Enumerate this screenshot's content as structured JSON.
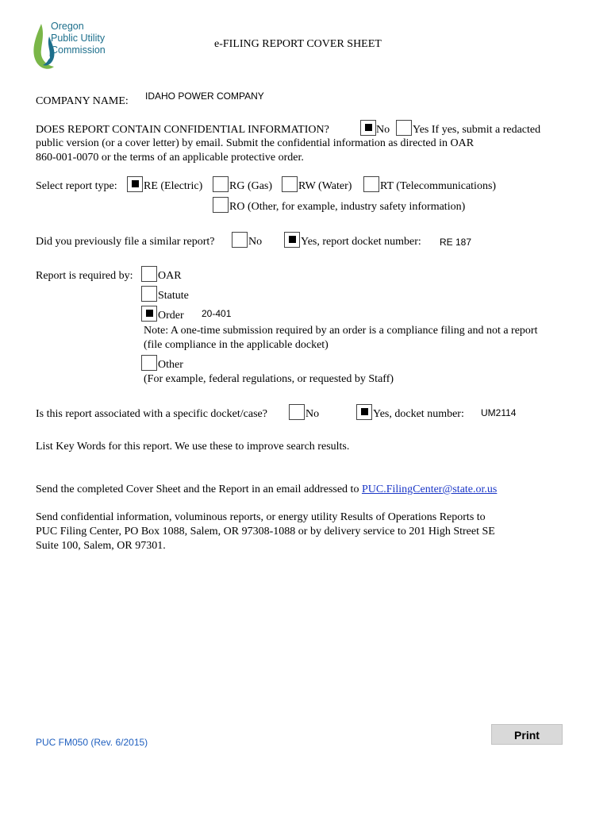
{
  "logo": {
    "line1": "Oregon",
    "line2": "Public Utility",
    "line3": "Commission"
  },
  "title": "e-FILING REPORT COVER SHEET",
  "company": {
    "label": "COMPANY NAME:",
    "value": "IDAHO POWER COMPANY"
  },
  "confidential": {
    "question": "DOES REPORT CONTAIN CONFIDENTIAL INFORMATION?",
    "no_label": "No",
    "yes_label": "Yes  If yes, submit a redacted",
    "line2": "public version (or a cover letter) by email.  Submit the confidential information as directed in OAR",
    "line3": "860-001-0070 or the terms of an applicable protective order.",
    "no_checked": true,
    "yes_checked": false
  },
  "report_type": {
    "label": "Select report type:",
    "options": [
      {
        "label": "RE (Electric)",
        "checked": true
      },
      {
        "label": "RG (Gas)",
        "checked": false
      },
      {
        "label": "RW (Water)",
        "checked": false
      },
      {
        "label": "RT (Telecommunications)",
        "checked": false
      },
      {
        "label": "RO (Other, for example, industry safety information)",
        "checked": false
      }
    ]
  },
  "previous": {
    "question": "Did you previously file a similar report?",
    "no_label": "No",
    "yes_label": "Yes, report docket number:",
    "docket": "RE 187",
    "no_checked": false,
    "yes_checked": true
  },
  "required": {
    "label": "Report is required by:",
    "oar": "OAR",
    "statute": "Statute",
    "order": "Order",
    "order_value": "20-401",
    "note1": "Note: A one-time submission required by an order is a compliance filing and not a report",
    "note2": "(file compliance in the applicable docket)",
    "other": "Other",
    "other_note": "(For example, federal regulations, or requested by Staff)",
    "oar_checked": false,
    "statute_checked": false,
    "order_checked": true,
    "other_checked": false
  },
  "associated": {
    "question": "Is this report associated with a specific docket/case?",
    "no_label": "No",
    "yes_label": "Yes, docket number:",
    "docket": "UM2114",
    "no_checked": false,
    "yes_checked": true
  },
  "keywords": "List Key Words for this report.  We use these to improve search results.",
  "send": {
    "line": "Send the completed Cover Sheet and the Report in an email addressed to",
    "email": "PUC.FilingCenter@state.or.us",
    "conf1": "Send confidential information, voluminous reports, or energy utility Results of Operations Reports to",
    "conf2": "PUC Filing Center, PO Box 1088, Salem, OR  97308-1088 or by delivery service to 201 High Street SE",
    "conf3": "Suite 100, Salem, OR  97301."
  },
  "footer": "PUC FM050 (Rev. 6/2015)",
  "print_button": "Print",
  "colors": {
    "link": "#1a36c7",
    "footer": "#1f5fbf",
    "logo_text": "#1d6f8c",
    "logo_green": "#7ab648",
    "logo_blue": "#1d6f8c"
  }
}
